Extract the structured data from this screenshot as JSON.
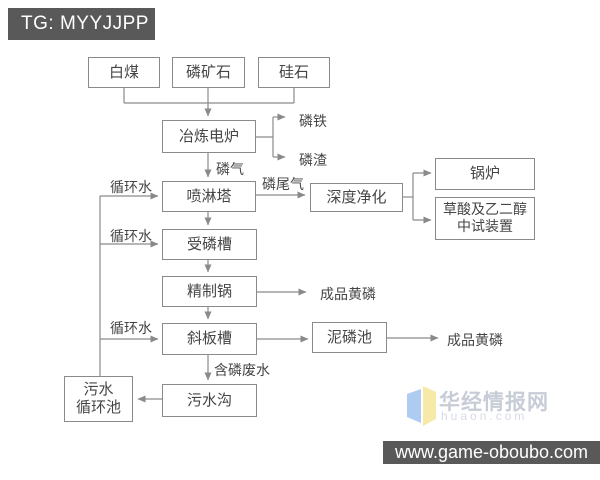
{
  "badge": {
    "text": "TG: MYYJJPP"
  },
  "bottom_bar": {
    "url": "www.game-oboubo.com"
  },
  "watermark": {
    "name": "华经情报网",
    "domain": "huaon.com"
  },
  "colors": {
    "badge_bg": "#595959",
    "line": "#8a8a8a",
    "text": "#454545",
    "watermark_blue": "#aecbf2",
    "watermark_yellow": "#f7e9a8",
    "watermark_text": "#c7ccd7"
  },
  "flowchart": {
    "nodes": {
      "white_coal": {
        "label": "白煤"
      },
      "phosphate_ore": {
        "label": "磷矿石"
      },
      "silica": {
        "label": "硅石"
      },
      "smelting_furnace": {
        "label": "冶炼电炉"
      },
      "spray_tower": {
        "label": "喷淋塔"
      },
      "phosphorus_receiving_tank": {
        "label": "受磷槽"
      },
      "refining_pot": {
        "label": "精制锅"
      },
      "inclined_plate_tank": {
        "label": "斜板槽"
      },
      "sewage_ditch": {
        "label": "污水沟"
      },
      "sewage_circulation_pool": {
        "line1": "污水",
        "line2": "循环池"
      },
      "deep_purification": {
        "label": "深度净化"
      },
      "boiler": {
        "label": "锅炉"
      },
      "pilot_plant": {
        "line1": "草酸及乙二醇",
        "line2": "中试装置"
      },
      "mud_phosphorus_pool": {
        "label": "泥磷池"
      }
    },
    "labels": {
      "ferrophosphorus": "磷铁",
      "phosphorus_slag": "磷渣",
      "phosphorus_gas": "磷气",
      "phosphorus_tail_gas": "磷尾气",
      "circulating_water_1": "循环水",
      "circulating_water_2": "循环水",
      "circulating_water_3": "循环水",
      "phosphorus_waste_water": "含磷废水",
      "finished_yellow_phosphorus_1": "成品黄磷",
      "finished_yellow_phosphorus_2": "成品黄磷"
    }
  }
}
